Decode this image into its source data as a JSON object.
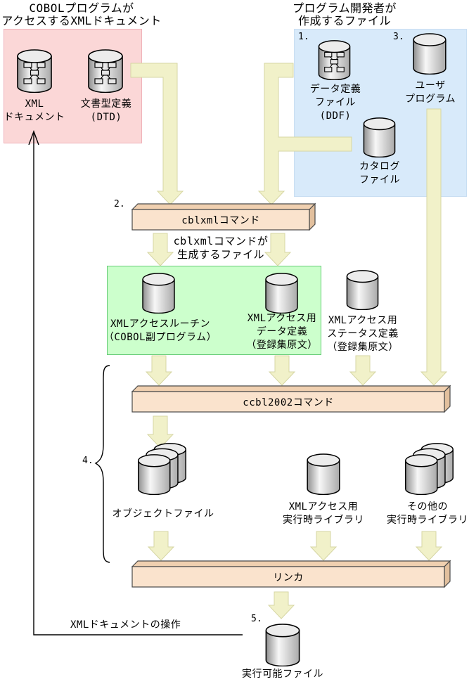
{
  "diagram_title": "COBOL XML access build flow",
  "headings": {
    "left": [
      "COBOLプログラムが",
      "アクセスするXMLドキュメント"
    ],
    "right": [
      "プログラム開発者が",
      "作成するファイル"
    ]
  },
  "steps": {
    "n1": "1.",
    "n2": "2.",
    "n3": "3.",
    "n4": "4.",
    "n5": "5."
  },
  "labels": {
    "xml_doc": [
      "XML",
      "ドキュメント"
    ],
    "dtd": [
      "文書型定義",
      "(DTD)"
    ],
    "ddf": [
      "データ定義",
      "ファイル",
      "(DDF)"
    ],
    "user_program": [
      "ユーザ",
      "プログラム"
    ],
    "catalog": [
      "カタログ",
      "ファイル"
    ],
    "cblxml_bar": "cblxmlコマンド",
    "gen_note": [
      "cblxmlコマンドが",
      "生成するファイル"
    ],
    "xml_routine": [
      "XMLアクセスルーチン",
      "（COBOL副プログラム）"
    ],
    "xml_datadef": [
      "XMLアクセス用",
      "データ定義",
      "（登録集原文）"
    ],
    "xml_statusdef": [
      "XMLアクセス用",
      "ステータス定義",
      "（登録集原文）"
    ],
    "ccbl_bar": "ccbl2002コマンド",
    "obj_file": "オブジェクトファイル",
    "xml_runtime": [
      "XMLアクセス用",
      "実行時ライブラリ"
    ],
    "other_runtime": [
      "その他の",
      "実行時ライブラリ"
    ],
    "linker_bar": "リンカ",
    "exec_file": "実行可能ファイル",
    "xml_operation": "XMLドキュメントの操作"
  },
  "icons": {
    "database": "gray-cylinder",
    "xml_database": "gray-cylinder-with-xml-tree-diagram",
    "database_stack": "three-overlapping-gray-cylinders",
    "flow_arrow": "pale-yellow-block-arrow-down",
    "operation_arrow": "thin-black-line-arrow-up",
    "group_brace": "left-curly-brace"
  },
  "colors": {
    "background": "#ffffff",
    "pink_group_fill": "#fbd7d7",
    "pink_group_border": "#f0b2ba",
    "blue_group_fill": "#d8eafa",
    "blue_group_border": "#c8def2",
    "green_group_fill": "#ccffcc",
    "green_group_border": "#66cc77",
    "bar_face": "#fae3cd",
    "bar_top": "#f0d0b0",
    "bar_side": "#e2c09e",
    "bar_border": "#4a4a4a",
    "arrow_fill": "#f1f1c9",
    "arrow_border": "#d6d6a4",
    "text": "#000000"
  }
}
